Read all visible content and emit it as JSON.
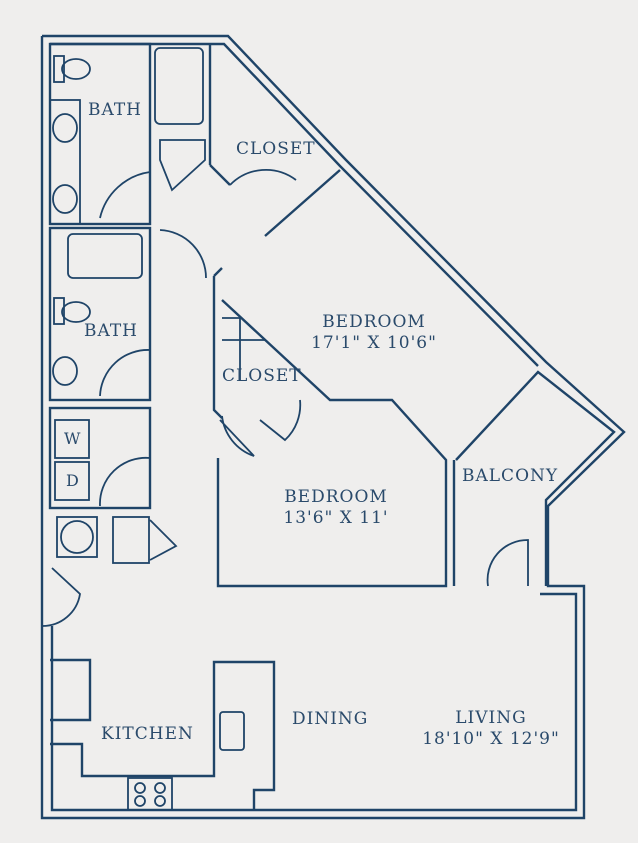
{
  "floorplan": {
    "colors": {
      "line": "#1f4468",
      "text": "#2a4a6b",
      "background": "#efeeed"
    },
    "rooms": [
      {
        "id": "bath1",
        "name": "BATH",
        "dims": ""
      },
      {
        "id": "closet1",
        "name": "CLOSET",
        "dims": ""
      },
      {
        "id": "bath2",
        "name": "BATH",
        "dims": ""
      },
      {
        "id": "bedroom1",
        "name": "BEDROOM",
        "dims": "17'1\" X 10'6\""
      },
      {
        "id": "closet2",
        "name": "CLOSET",
        "dims": ""
      },
      {
        "id": "bedroom2",
        "name": "BEDROOM",
        "dims": "13'6\" X 11'"
      },
      {
        "id": "balcony",
        "name": "BALCONY",
        "dims": ""
      },
      {
        "id": "kitchen",
        "name": "KITCHEN",
        "dims": ""
      },
      {
        "id": "dining",
        "name": "DINING",
        "dims": ""
      },
      {
        "id": "living",
        "name": "LIVING",
        "dims": "18'10\" X 12'9\""
      }
    ],
    "appliances": {
      "washer": "W",
      "dryer": "D"
    }
  }
}
